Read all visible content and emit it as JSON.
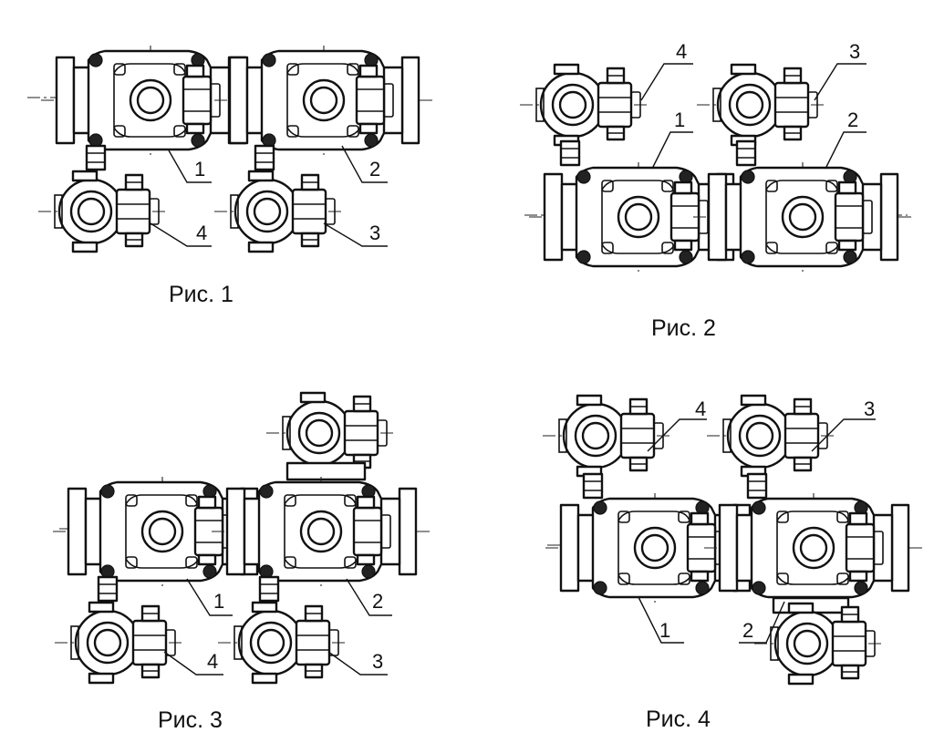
{
  "figures": [
    {
      "caption": "Рис. 1",
      "callouts": [
        "1",
        "2",
        "3",
        "4"
      ]
    },
    {
      "caption": "Рис. 2",
      "callouts": [
        "1",
        "2",
        "3",
        "4"
      ]
    },
    {
      "caption": "Рис. 3",
      "callouts": [
        "1",
        "2",
        "3",
        "4"
      ]
    },
    {
      "caption": "Рис. 4",
      "callouts": [
        "1",
        "2",
        "3",
        "4"
      ]
    }
  ]
}
